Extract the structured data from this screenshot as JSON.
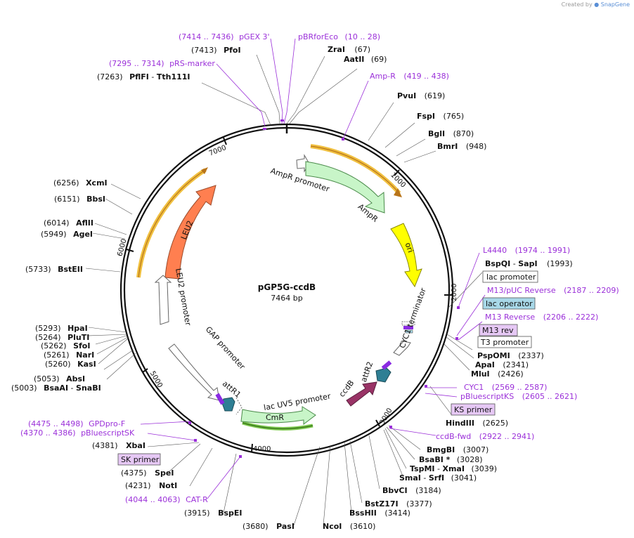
{
  "credit": {
    "created_by": "Created by",
    "brand": "SnapGene"
  },
  "title": "pGP5G-ccdB",
  "size_label": "7464 bp",
  "ticks": [
    "1000",
    "2000",
    "3000",
    "4000",
    "5000",
    "6000",
    "7000"
  ],
  "features": [
    {
      "name": "AmpR promoter"
    },
    {
      "name": "AmpR"
    },
    {
      "name": "ori"
    },
    {
      "name": "CYC1 terminator"
    },
    {
      "name": "attR2"
    },
    {
      "name": "ccdB"
    },
    {
      "name": "CmR"
    },
    {
      "name": "lac UV5 promoter"
    },
    {
      "name": "attR1"
    },
    {
      "name": "GAP promoter"
    },
    {
      "name": "LEU2 promoter"
    },
    {
      "name": "LEU2"
    }
  ],
  "enzymes": [
    {
      "name": "ZraI",
      "pos": "(67)"
    },
    {
      "name": "AatII",
      "pos": "(69)"
    },
    {
      "name": "PvuI",
      "pos": "(619)"
    },
    {
      "name": "FspI",
      "pos": "(765)"
    },
    {
      "name": "BglI",
      "pos": "(870)"
    },
    {
      "name": "BmrI",
      "pos": "(948)"
    },
    {
      "name": "BspQI",
      "name2": "SapI",
      "pos": "(1993)"
    },
    {
      "name": "PspOMI",
      "pos": "(2337)"
    },
    {
      "name": "ApaI",
      "pos": "(2341)"
    },
    {
      "name": "MluI",
      "pos": "(2426)"
    },
    {
      "name": "HindIII",
      "pos": "(2625)"
    },
    {
      "name": "BmgBI",
      "pos": "(3007)"
    },
    {
      "name": "BsaBI *",
      "pos": "(3028)"
    },
    {
      "name": "TspMI",
      "name2": "XmaI",
      "pos": "(3039)"
    },
    {
      "name": "SmaI",
      "name2": "SrfI",
      "pos": "(3041)"
    },
    {
      "name": "BbvCI",
      "pos": "(3184)"
    },
    {
      "name": "BstZ17I",
      "pos": "(3377)"
    },
    {
      "name": "BssHII",
      "pos": "(3414)"
    },
    {
      "name": "NcoI",
      "pos": "(3610)"
    },
    {
      "name": "PasI",
      "pos": "(3680)"
    },
    {
      "name": "BspEI",
      "pos": "(3915)"
    },
    {
      "name": "NotI",
      "pos": "(4231)"
    },
    {
      "name": "SpeI",
      "pos": "(4375)"
    },
    {
      "name": "XbaI",
      "pos": "(4381)"
    },
    {
      "name": "BsaAI",
      "name2": "SnaBI",
      "pos": "(5003)"
    },
    {
      "name": "AbsI",
      "pos": "(5053)"
    },
    {
      "name": "KasI",
      "pos": "(5260)"
    },
    {
      "name": "NarI",
      "pos": "(5261)"
    },
    {
      "name": "SfoI",
      "pos": "(5262)"
    },
    {
      "name": "PluTI",
      "pos": "(5264)"
    },
    {
      "name": "HpaI",
      "pos": "(5293)"
    },
    {
      "name": "BstEII",
      "pos": "(5733)"
    },
    {
      "name": "AgeI",
      "pos": "(5949)"
    },
    {
      "name": "AflII",
      "pos": "(6014)"
    },
    {
      "name": "BbsI",
      "pos": "(6151)"
    },
    {
      "name": "XcmI",
      "pos": "(6256)"
    },
    {
      "name": "PflFI",
      "name2": "Tth111I",
      "pos": "(7263)"
    },
    {
      "name": "PfoI",
      "pos": "(7413)"
    }
  ],
  "primers": [
    {
      "name": "pGEX 3'",
      "range": "(7414 .. 7436)"
    },
    {
      "name": "pBRforEco",
      "range": "(10 .. 28)"
    },
    {
      "name": "pRS-marker",
      "range": "(7295 .. 7314)"
    },
    {
      "name": "Amp-R",
      "range": "(419 .. 438)"
    },
    {
      "name": "L4440",
      "range": "(1974 .. 1991)"
    },
    {
      "name": "M13/pUC Reverse",
      "range": "(2187 .. 2209)"
    },
    {
      "name": "M13 Reverse",
      "range": "(2206 .. 2222)"
    },
    {
      "name": "CYC1",
      "range": "(2569 .. 2587)"
    },
    {
      "name": "pBluescriptKS",
      "range": "(2605 .. 2621)"
    },
    {
      "name": "ccdB-fwd",
      "range": "(2922 .. 2941)"
    },
    {
      "name": "GPDpro-F",
      "range": "(4475 .. 4498)"
    },
    {
      "name": "pBluescriptSK",
      "range": "(4370 .. 4386)"
    },
    {
      "name": "CAT-R",
      "range": "(4044 .. 4063)"
    }
  ],
  "boxes": {
    "lac_promoter": "lac promoter",
    "lac_operator": "lac operator",
    "m13_rev": "M13 rev",
    "t3_promoter": "T3 promoter",
    "ks_primer": "KS primer",
    "sk_primer": "SK primer"
  },
  "colors": {
    "ampr": "#c8f5c8",
    "ori": "#ffff00",
    "leu2": "#ff7f50",
    "ccdb": "#993366",
    "attr": "#2e7f94",
    "primer_text": "#9b30d9",
    "box_lavender": "#e6c8f5",
    "box_blue": "#a8d8e8"
  }
}
